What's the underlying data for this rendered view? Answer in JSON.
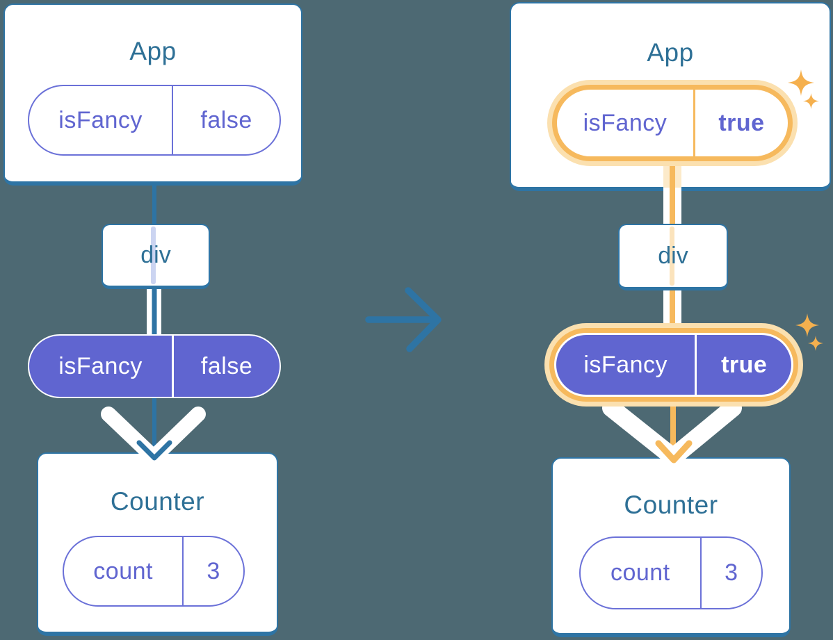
{
  "left": {
    "app": {
      "title": "App",
      "prop": {
        "name": "isFancy",
        "value": "false"
      }
    },
    "div_node": {
      "label": "div"
    },
    "edge_prop": {
      "name": "isFancy",
      "value": "false"
    },
    "counter": {
      "title": "Counter",
      "prop": {
        "name": "count",
        "value": "3"
      }
    }
  },
  "right": {
    "app": {
      "title": "App",
      "prop": {
        "name": "isFancy",
        "value": "true"
      }
    },
    "div_node": {
      "label": "div"
    },
    "edge_prop": {
      "name": "isFancy",
      "value": "true"
    },
    "counter": {
      "title": "Counter",
      "prop": {
        "name": "count",
        "value": "3"
      }
    }
  },
  "icons": {
    "transition": "right-arrow",
    "highlight": "sparkles"
  },
  "colors": {
    "background": "#4D6973",
    "card_border_teal": "#2E74A4",
    "title_text_teal": "#2E7096",
    "purple_fill": "#6065D0",
    "purple_outline": "#6B71D8",
    "trace_lavender": "#CBD4F1",
    "trace_peach": "#FBE3BC",
    "highlight_orange": "#F6B95D",
    "highlight_glow": "#FBE0AF",
    "sparkle_orange": "#F5B04E",
    "pipe_white": "#FFFFFF"
  }
}
